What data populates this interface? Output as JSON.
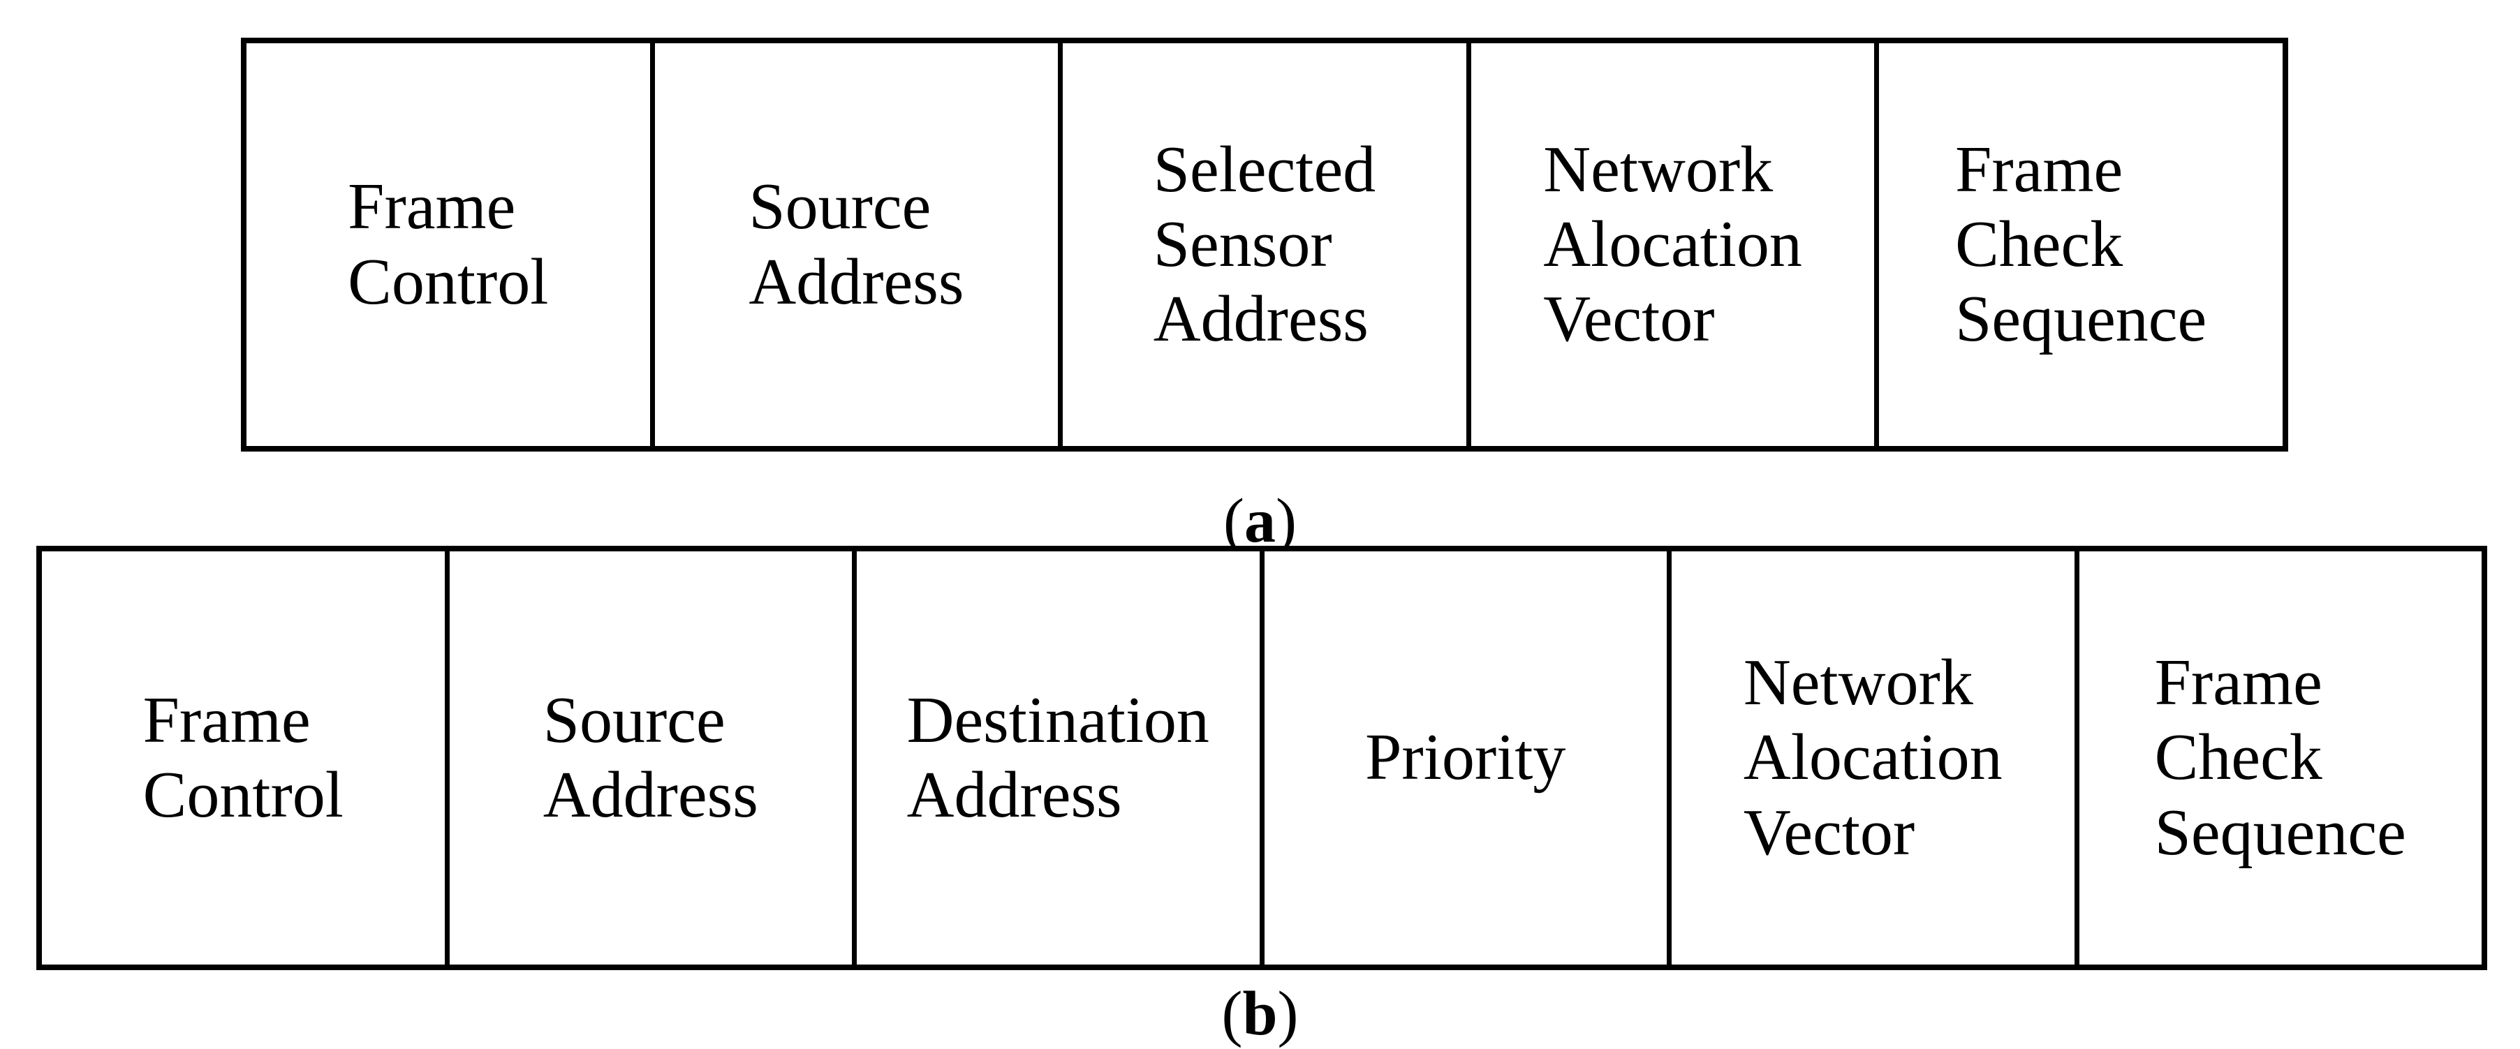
{
  "page": {
    "background": "#ffffff"
  },
  "figure": {
    "text_color": "#000000",
    "border_color": "#000000",
    "subfigures": [
      {
        "id": "a",
        "label": {
          "open": "(",
          "letter": "a",
          "close": ")"
        },
        "fields": [
          {
            "name": "frame-control",
            "lines": [
              "Frame",
              "Control"
            ]
          },
          {
            "name": "source-address",
            "lines": [
              "Source",
              "Address"
            ]
          },
          {
            "name": "selected-sensor-address",
            "lines": [
              "Selected",
              "Sensor",
              "Address"
            ]
          },
          {
            "name": "network-alocation-vector",
            "lines": [
              "Network",
              "Alocation",
              "Vector"
            ]
          },
          {
            "name": "frame-check-sequence",
            "lines": [
              "Frame",
              "Check",
              "Sequence"
            ]
          }
        ]
      },
      {
        "id": "b",
        "label": {
          "open": "(",
          "letter": "b",
          "close": ")"
        },
        "fields": [
          {
            "name": "frame-control",
            "lines": [
              "Frame",
              "Control"
            ]
          },
          {
            "name": "source-address",
            "lines": [
              "Source",
              "Address"
            ]
          },
          {
            "name": "destination-address",
            "lines": [
              "Destination",
              "Address"
            ]
          },
          {
            "name": "priority",
            "lines": [
              "Priority"
            ]
          },
          {
            "name": "network-alocation-vector",
            "lines": [
              "Network",
              "Alocation",
              "Vector"
            ]
          },
          {
            "name": "frame-check-sequence",
            "lines": [
              "Frame",
              "Check",
              "Sequence"
            ]
          }
        ]
      }
    ]
  }
}
